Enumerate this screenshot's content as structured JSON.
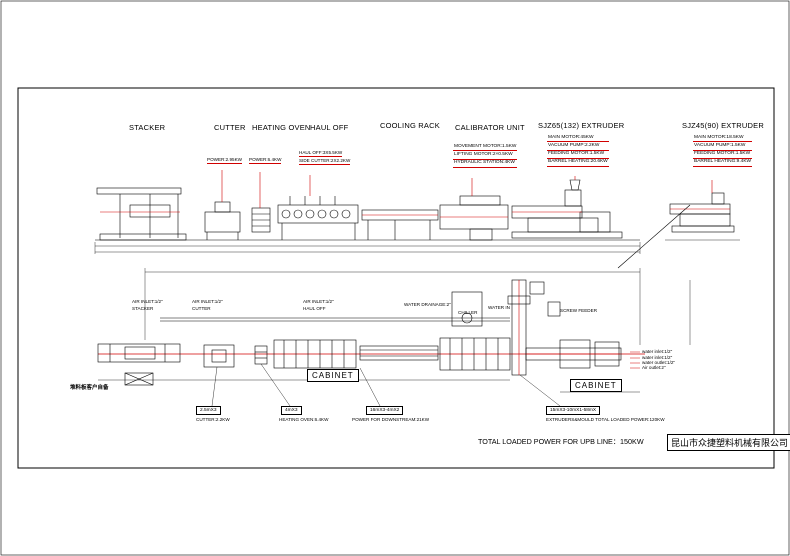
{
  "sections": {
    "stacker": "STACKER",
    "cutter": "CUTTER",
    "heating_oven": "HEATING OVEN",
    "haul_off": "HAUL OFF",
    "cooling_rack": "COOLING RACK",
    "calibrator_unit": "CALIBRATOR UNIT",
    "extruder_65": "SJZ65(132) EXTRUDER",
    "extruder_45": "SJZ45(90) EXTRUDER"
  },
  "power_notes": {
    "cutter_power": "POWER:2.95KW",
    "oven_power": "POWER:6.4KW",
    "haul_off": "HAUL OFF:3X5.5KW",
    "side_cutter": "SIDE CUTTER:2X2.2KW"
  },
  "calibrator_specs": [
    "MOVEMENT MOTOR:1.5KW",
    "LIFTING MOTOR:2×0.5KW",
    "HYDRAULIC STATION:4KW"
  ],
  "extruder_65_specs": [
    "MAIN MOTOR:45KW",
    "VACUUM PUMP:2.2KW",
    "FEEDING MOTOR:1.5KW",
    "BARREL HEATING:20.6KW"
  ],
  "extruder_45_specs": [
    "MAIN MOTOR:18.5KW",
    "VACUUM PUMP:1.5KW",
    "FEEDING MOTOR:1.5KW",
    "BARREL HEATING:9.4KW"
  ],
  "plan_labels": {
    "air_inlet_stacker": [
      "AIR INLET:1/2\"",
      "STACKER"
    ],
    "air_inlet_cutter": [
      "AIR INLET:1/2\"",
      "CUTTER"
    ],
    "air_inlet_haul_off": [
      "AIR INLET:1/2\"",
      "HAUL OFF"
    ],
    "water_drainage": "WATER DRAINAGE:2\"",
    "water_inlet": "WATER IN",
    "chiller": "CHILLER",
    "screw_feeder": "SCREW FEEDER",
    "cabinet_1": "CABINET",
    "cabinet_2": "CABINET",
    "customer_equipment": "堆料板客户自备",
    "water_inlets": [
      "water inlet:1/2\"",
      "water inlet:1/2\"",
      "water outlet:1/2\"",
      "Air outlet:2\""
    ]
  },
  "bottom_notes": {
    "cutter_dim": "2.5mX3",
    "cutter_power": "CUTTER:2.2KW",
    "oven_dim": "4mX3",
    "oven_power": "HEATING OVEN:6.4KW",
    "downstream_dim": "16mX3-4mX2",
    "downstream_power": "POWER FOR DOWNSTREAM:21KW",
    "extruder_dim": "15mX3-10mX1-58mX",
    "extruder_power": "EXTRUDERS&MOULD TOTAL LOADED POWER:120KW",
    "total_power": "TOTAL LOADED POWER FOR UPB LINE：150KW"
  },
  "company_stamp": "昆山市众捷塑料机械有限公司",
  "colors": {
    "line": "#000000",
    "dim": "#d10000",
    "accent": "#e00000"
  }
}
